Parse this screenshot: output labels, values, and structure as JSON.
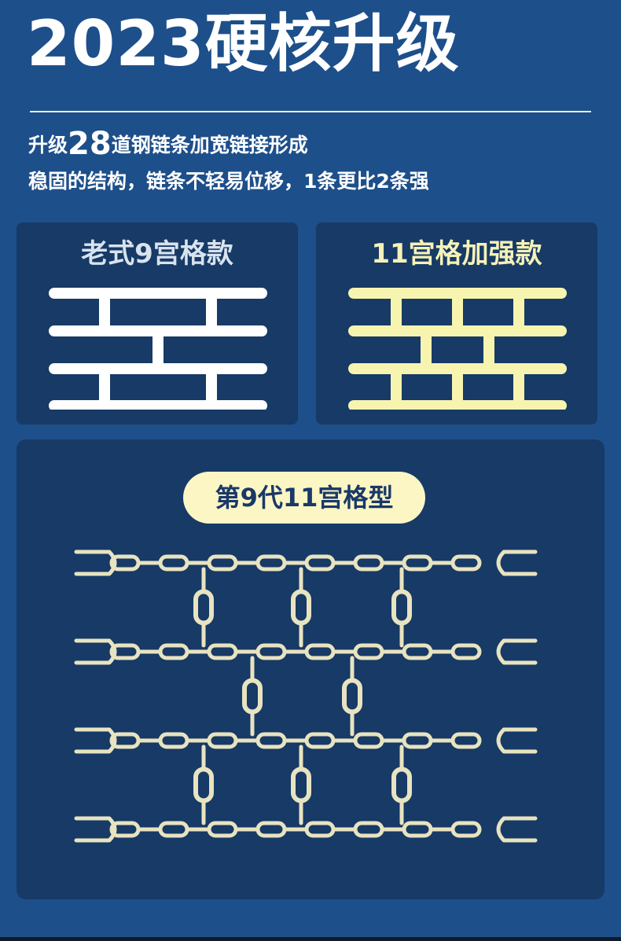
{
  "header": {
    "title": "2023硬核升级",
    "desc_line1_pre": "升级",
    "desc_line1_num": "28",
    "desc_line1_post": "道钢链条加宽链接形成",
    "desc_line2": "稳固的结构，链条不轻易位移，1条更比2条强"
  },
  "comparison": {
    "old_label": "老式9宫格款",
    "new_label": "11宫格加强款",
    "old_color": "#ffffff",
    "new_color": "#f7f4b0"
  },
  "product": {
    "badge_label": "第9代11宫格型",
    "chain_color": "#e8e3c0"
  }
}
